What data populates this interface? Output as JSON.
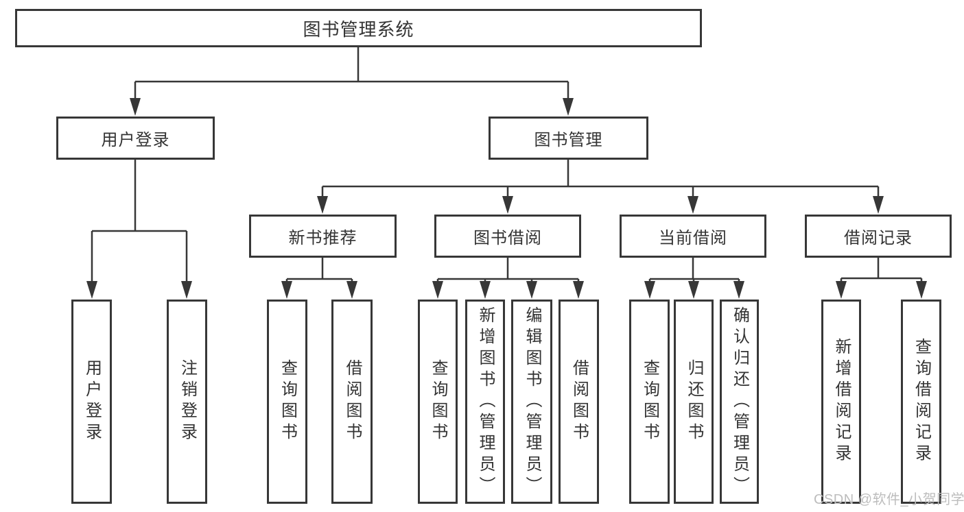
{
  "diagram": {
    "title": "图书管理系统",
    "colors": {
      "line": "#373737",
      "text": "#333333",
      "box_background": "#ffffff",
      "watermark": "#bdbdbd"
    },
    "watermark": {
      "text": "CSDN @软件_小贺同学"
    },
    "tree": {
      "label": "图书管理系统",
      "children": [
        {
          "label": "用户登录",
          "children": [
            {
              "label": "用户登录"
            },
            {
              "label": "注销登录"
            }
          ]
        },
        {
          "label": "图书管理",
          "children": [
            {
              "label": "新书推荐",
              "children": [
                {
                  "label": "查询图书"
                },
                {
                  "label": "借阅图书"
                }
              ]
            },
            {
              "label": "图书借阅",
              "children": [
                {
                  "label": "查询图书"
                },
                {
                  "label": "新增图书（管理员）"
                },
                {
                  "label": "编辑图书（管理员）"
                },
                {
                  "label": "借阅图书"
                }
              ]
            },
            {
              "label": "当前借阅",
              "children": [
                {
                  "label": "查询图书"
                },
                {
                  "label": "归还图书"
                },
                {
                  "label": "确认归还（管理员）"
                }
              ]
            },
            {
              "label": "借阅记录",
              "children": [
                {
                  "label": "新增借阅记录"
                },
                {
                  "label": "查询借阅记录"
                }
              ]
            }
          ]
        }
      ]
    }
  }
}
